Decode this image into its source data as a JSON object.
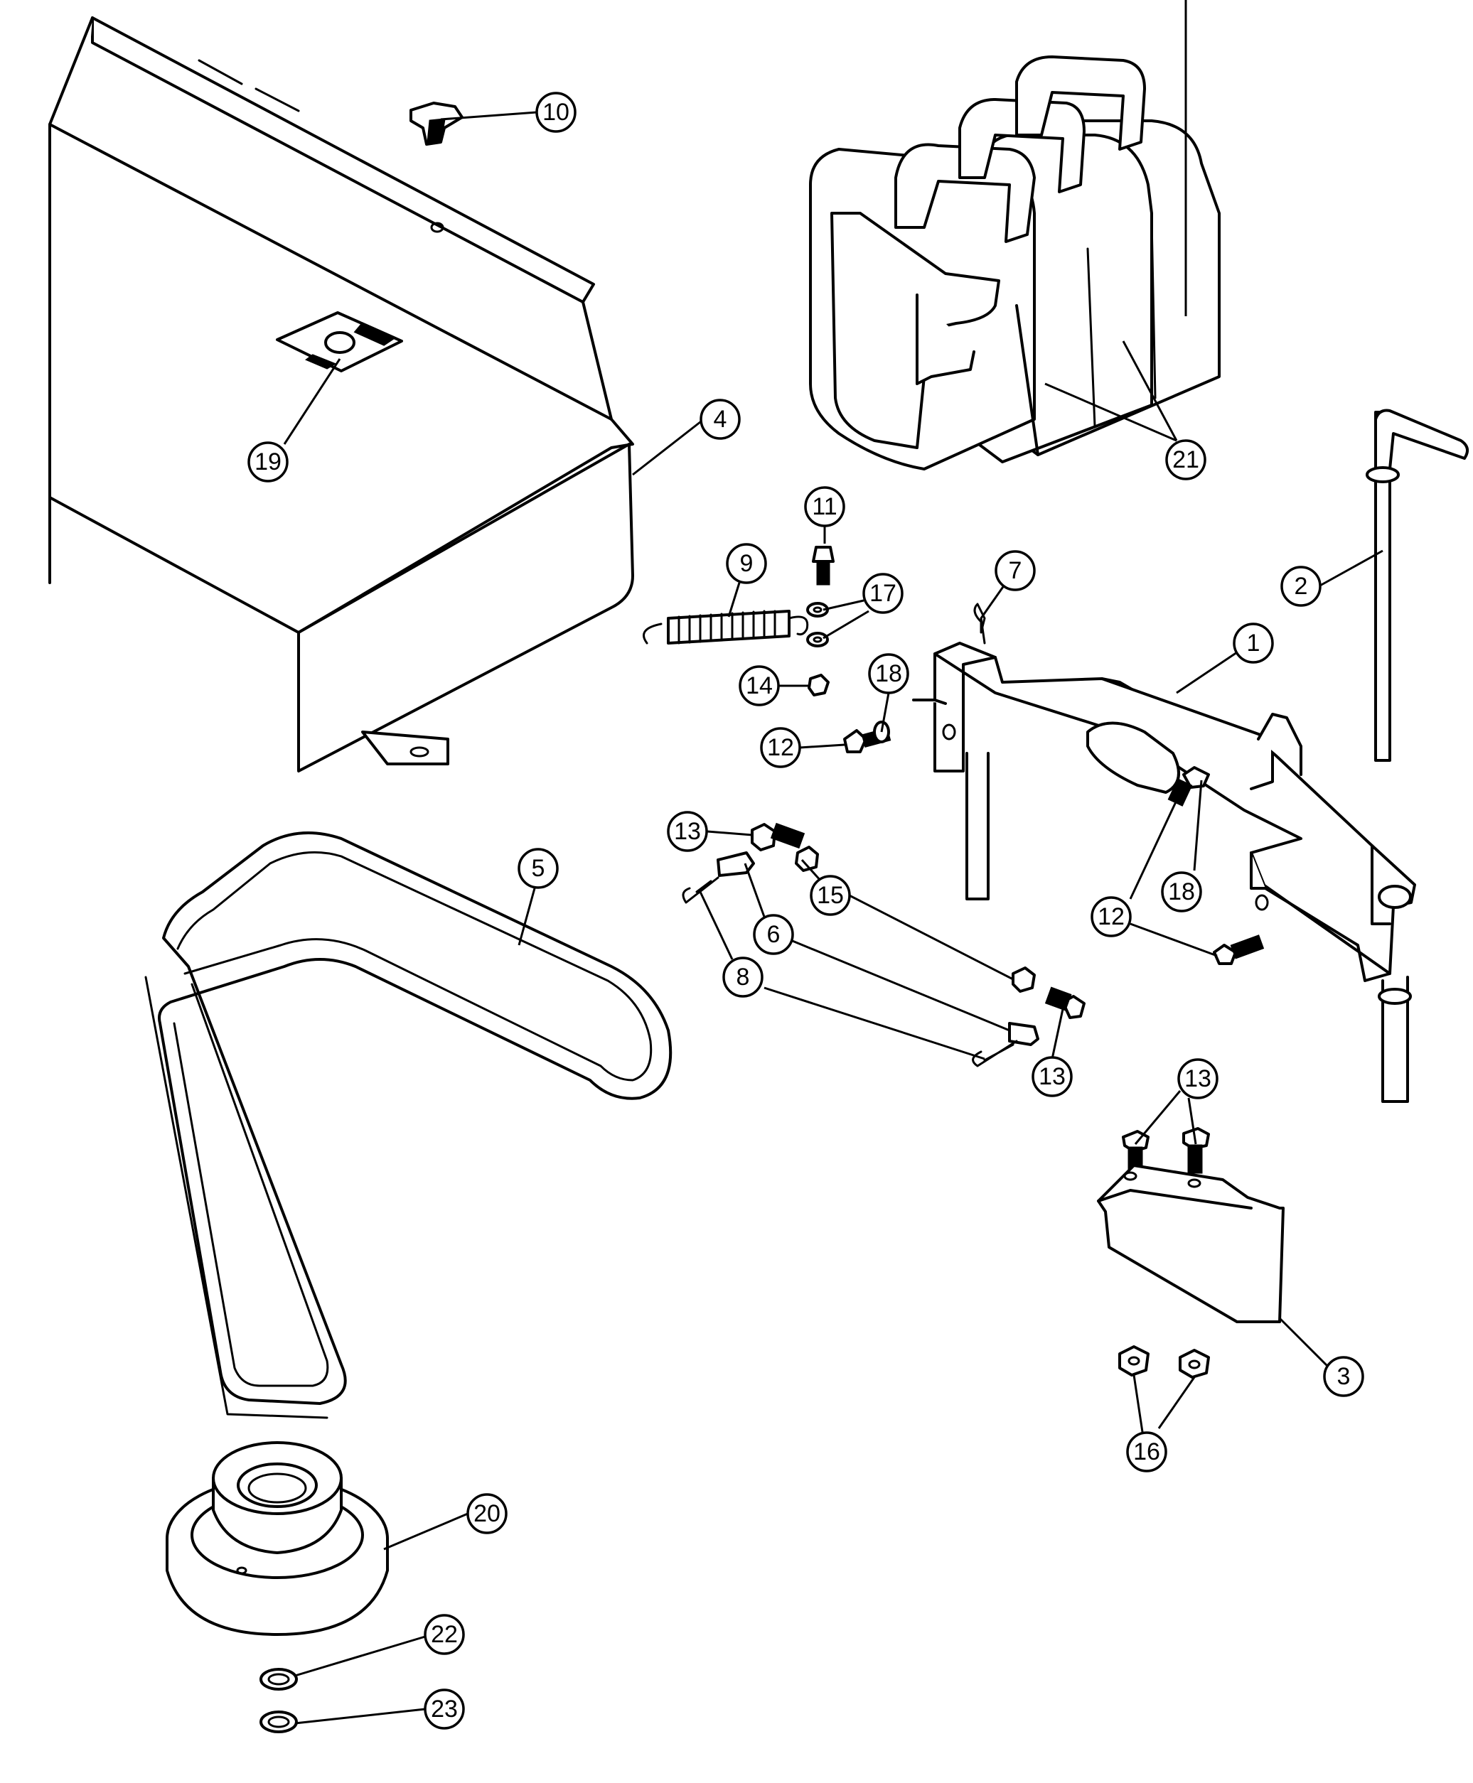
{
  "diagram": {
    "callouts": [
      {
        "id": "c10",
        "label": "10"
      },
      {
        "id": "c19",
        "label": "19"
      },
      {
        "id": "c4",
        "label": "4"
      },
      {
        "id": "c21",
        "label": "21"
      },
      {
        "id": "c2",
        "label": "2"
      },
      {
        "id": "c11",
        "label": "11"
      },
      {
        "id": "c9",
        "label": "9"
      },
      {
        "id": "c17",
        "label": "17"
      },
      {
        "id": "c7",
        "label": "7"
      },
      {
        "id": "c1",
        "label": "1"
      },
      {
        "id": "c14",
        "label": "14"
      },
      {
        "id": "c18a",
        "label": "18"
      },
      {
        "id": "c12a",
        "label": "12"
      },
      {
        "id": "c13a",
        "label": "13"
      },
      {
        "id": "c5",
        "label": "5"
      },
      {
        "id": "c15",
        "label": "15"
      },
      {
        "id": "c6",
        "label": "6"
      },
      {
        "id": "c8",
        "label": "8"
      },
      {
        "id": "c18b",
        "label": "18"
      },
      {
        "id": "c12b",
        "label": "12"
      },
      {
        "id": "c13b",
        "label": "13"
      },
      {
        "id": "c13c",
        "label": "13"
      },
      {
        "id": "c3",
        "label": "3"
      },
      {
        "id": "c16",
        "label": "16"
      },
      {
        "id": "c20",
        "label": "20"
      },
      {
        "id": "c22",
        "label": "22"
      },
      {
        "id": "c23",
        "label": "23"
      }
    ]
  }
}
